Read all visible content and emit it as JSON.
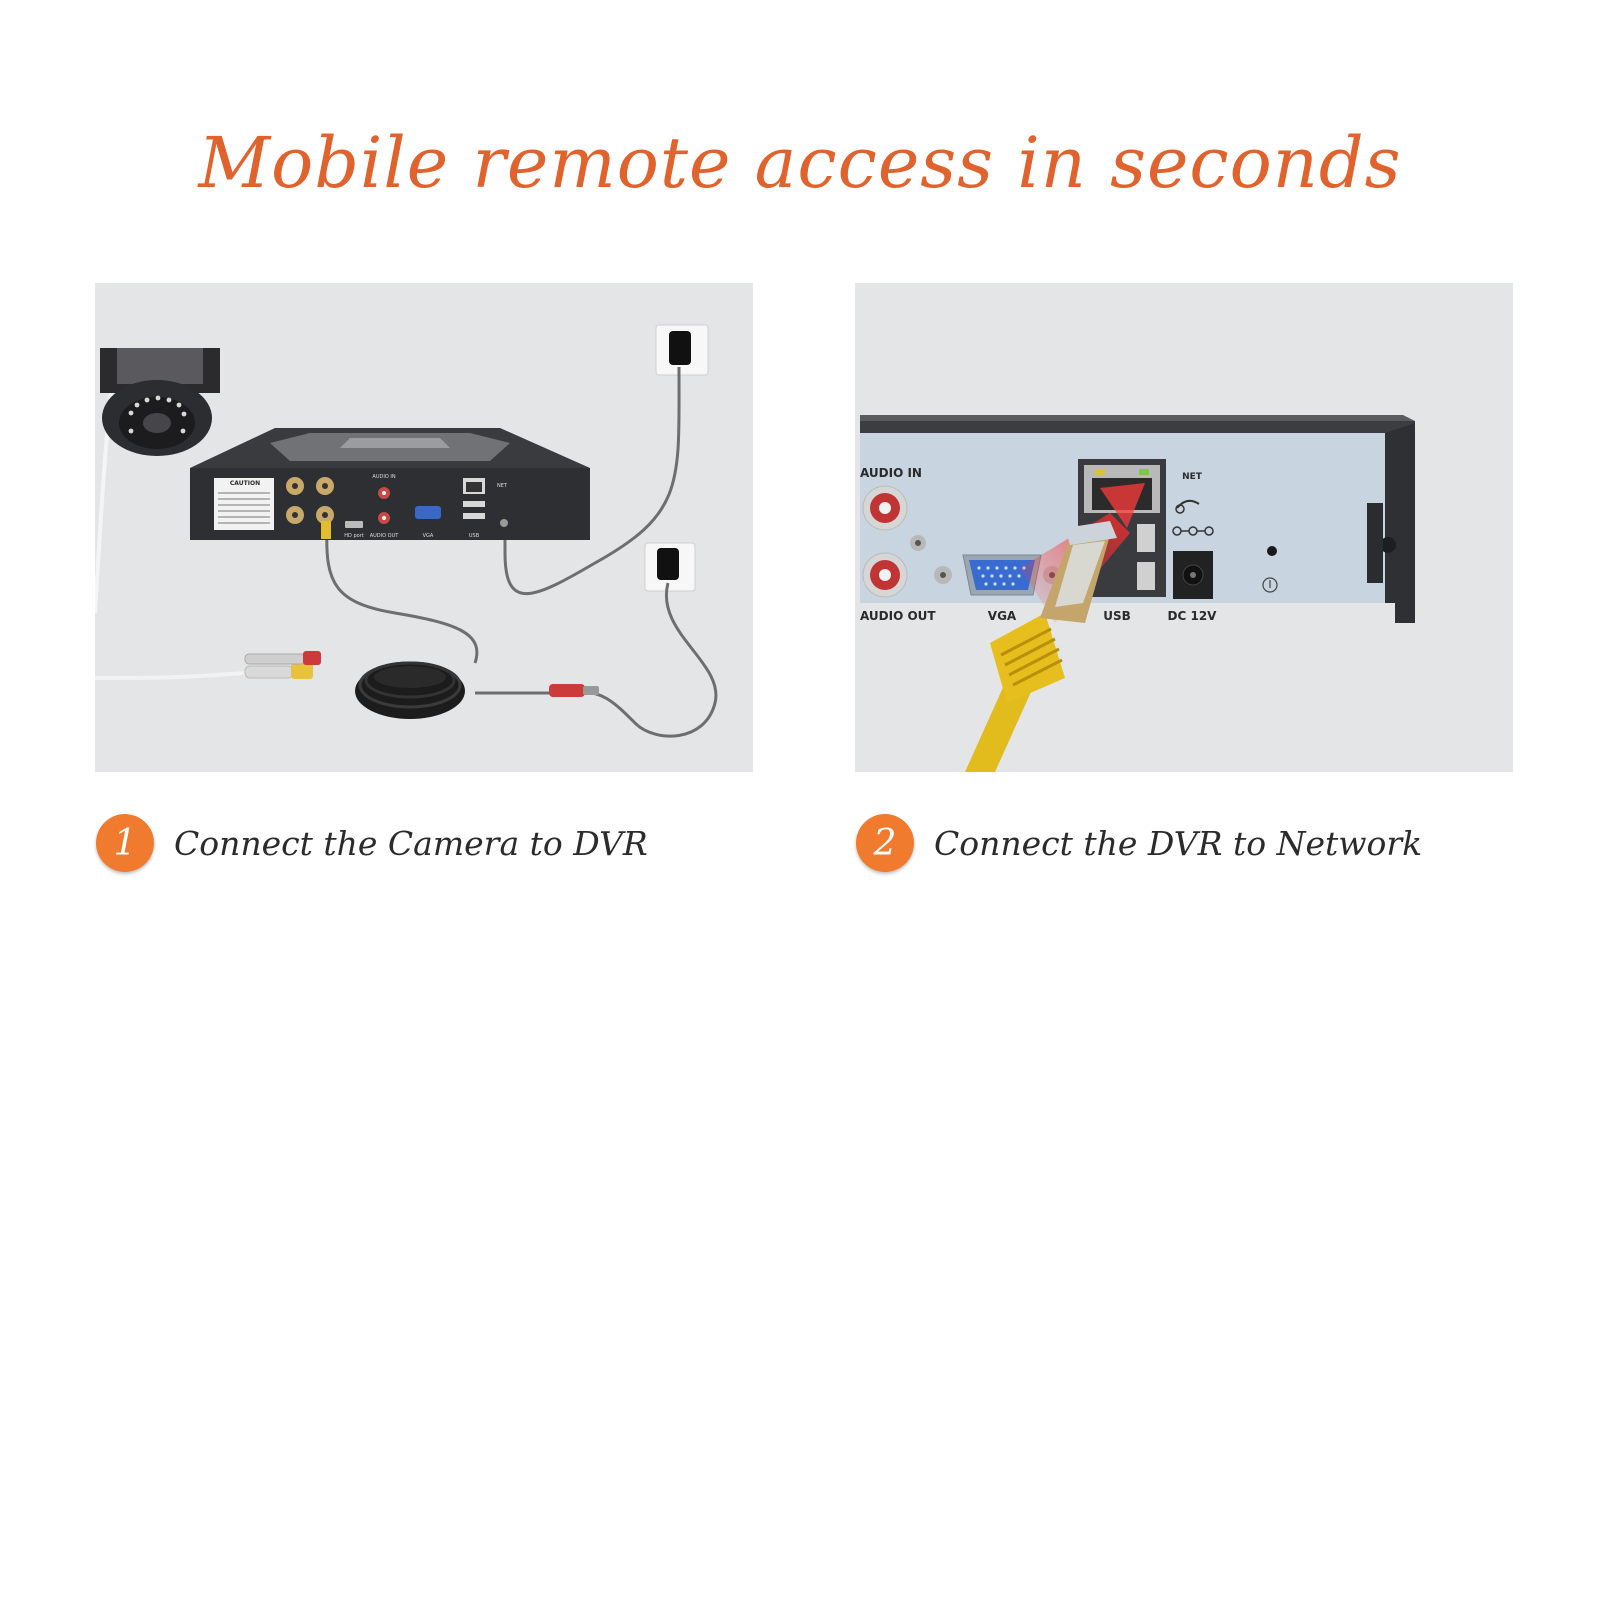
{
  "headline": "Mobile remote access in seconds",
  "colors": {
    "accent": "#e0622c",
    "badge": "#f07b2e",
    "panel_bg": "#e4e5e7",
    "dvr_body": "#2e2f33",
    "rear_panel": "#c9d6e2",
    "ethernet_cable": "#e6bf1f"
  },
  "steps": [
    {
      "number": "1",
      "text": "Connect the Camera to DVR"
    },
    {
      "number": "2",
      "text": "Connect the DVR to Network"
    }
  ],
  "panel2_labels": {
    "audio_in": "AUDIO IN",
    "audio_out": "AUDIO OUT",
    "vga": "VGA",
    "usb": "USB",
    "net": "NET",
    "dc": "DC 12V"
  },
  "panel1_labels": {
    "caution": "CAUTION",
    "audio_in": "AUDIO IN",
    "audio_out": "AUDIO OUT",
    "hd_port": "HD port",
    "vga": "VGA",
    "usb": "USB",
    "net": "NET"
  }
}
